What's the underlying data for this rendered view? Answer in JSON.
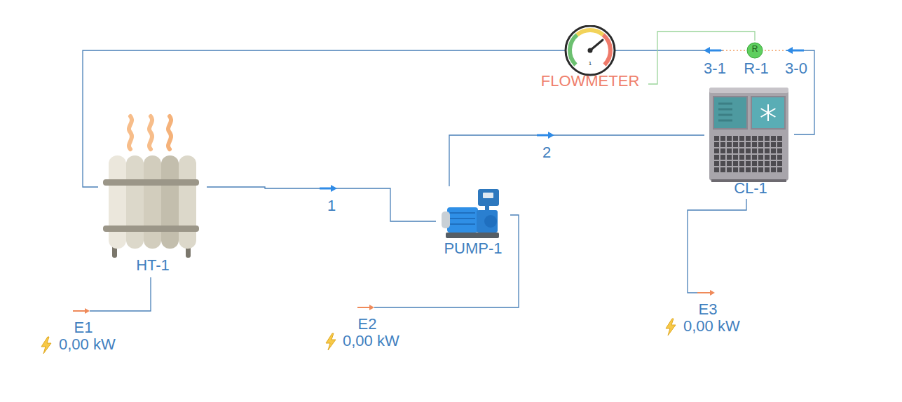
{
  "diagram": {
    "nodes": [
      {
        "text": [
          "HT-1"
        ]
      },
      {
        "text": [
          "PUMP-1"
        ]
      },
      {
        "text": [
          "CL-1"
        ]
      },
      {
        "text": [
          "R",
          "R-1"
        ]
      },
      {
        "text": [
          "1",
          "FLOWMETER"
        ]
      },
      {
        "text": [
          "E1",
          "0,00 kW"
        ]
      },
      {
        "text": [
          "E2",
          "0,00 kW"
        ]
      },
      {
        "text": [
          "E3",
          "0,00 kW"
        ]
      }
    ],
    "edges": [
      {
        "from": 0,
        "to": 1,
        "arrow": "to",
        "label": "1"
      },
      {
        "from": 1,
        "to": 2,
        "arrow": "to",
        "label": "2"
      },
      {
        "from": 2,
        "to": 3,
        "arrow": "to",
        "label": "3-0"
      },
      {
        "from": 3,
        "to": 0,
        "arrow": "to",
        "label": "3-1"
      },
      {
        "from": 4,
        "to": 3,
        "arrow": "none"
      },
      {
        "from": 5,
        "to": 0,
        "arrow": "none"
      },
      {
        "from": 6,
        "to": 1,
        "arrow": "none"
      },
      {
        "from": 7,
        "to": 2,
        "arrow": "none"
      }
    ]
  }
}
